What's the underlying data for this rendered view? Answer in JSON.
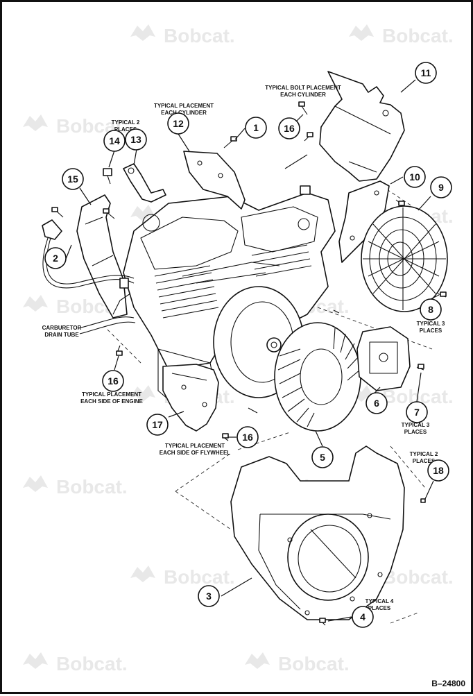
{
  "watermark": {
    "text": "Bobcat.",
    "color": "#e8e8e8"
  },
  "figure_id": "B–24800",
  "callouts": [
    {
      "id": "c1",
      "label": "1"
    },
    {
      "id": "c2",
      "label": "2"
    },
    {
      "id": "c3",
      "label": "3"
    },
    {
      "id": "c4",
      "label": "4"
    },
    {
      "id": "c5",
      "label": "5"
    },
    {
      "id": "c6",
      "label": "6"
    },
    {
      "id": "c7",
      "label": "7"
    },
    {
      "id": "c8",
      "label": "8"
    },
    {
      "id": "c9",
      "label": "9"
    },
    {
      "id": "c10",
      "label": "10"
    },
    {
      "id": "c11",
      "label": "11"
    },
    {
      "id": "c12",
      "label": "12"
    },
    {
      "id": "c13",
      "label": "13"
    },
    {
      "id": "c14",
      "label": "14"
    },
    {
      "id": "c15",
      "label": "15"
    },
    {
      "id": "c16a",
      "label": "16"
    },
    {
      "id": "c16b",
      "label": "16"
    },
    {
      "id": "c16c",
      "label": "16"
    },
    {
      "id": "c17",
      "label": "17"
    },
    {
      "id": "c18",
      "label": "18"
    }
  ],
  "notes": {
    "bolt_placement": [
      "TYPICAL BOLT PLACEMENT",
      "EACH CYLINDER"
    ],
    "placement_cylinder": [
      "TYPICAL PLACEMENT",
      "EACH CYLINDER"
    ],
    "typical2_left": [
      "TYPICAL 2",
      "PLACES"
    ],
    "carb_drain": [
      "CARBURETOR",
      "DRAIN TUBE"
    ],
    "side_engine": [
      "TYPICAL PLACEMENT",
      "EACH SIDE OF ENGINE"
    ],
    "side_flywheel": [
      "TYPICAL PLACEMENT",
      "EACH SIDE OF FLYWHEEL"
    ],
    "typical3_screen": [
      "TYPICAL 3",
      "PLACES"
    ],
    "typical3_fan": [
      "TYPICAL 3",
      "PLACES"
    ],
    "typical2_right": [
      "TYPICAL 2",
      "PLACES"
    ],
    "typical4": [
      "TYPICAL 4",
      "PLACES"
    ]
  }
}
